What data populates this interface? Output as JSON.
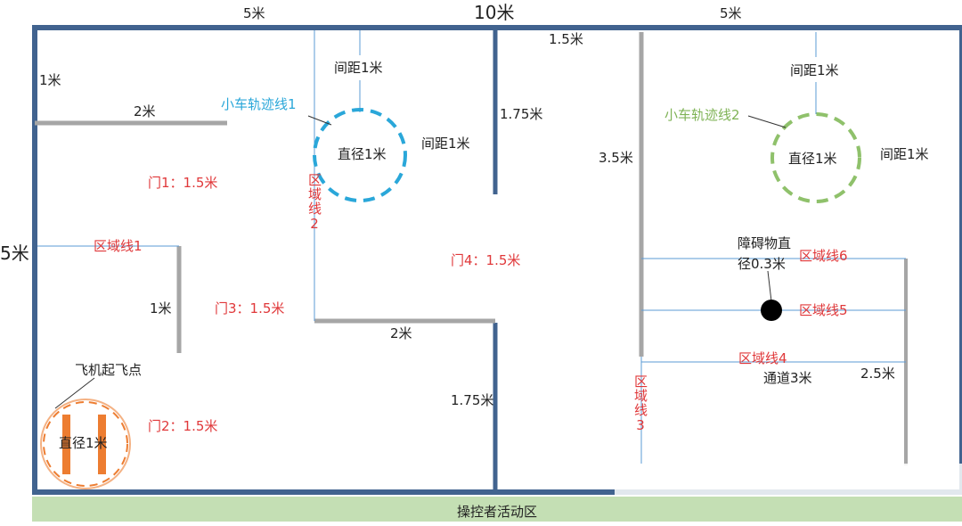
{
  "dims": {
    "top_left": "5米",
    "top_total": "10米",
    "top_right": "5米",
    "left_total": "5米",
    "left_1m": "1米",
    "wall_2m_top": "2米",
    "spacing_left": "间距1米",
    "spacing_left_right": "间距1米",
    "dia_left": "直径1米",
    "gap_1_5m": "1.5米",
    "wall_1_75_top": "1.75米",
    "wall_3_5": "3.5米",
    "spacing_right": "间距1米",
    "spacing_right_right": "间距1米",
    "dia_right": "直径1米",
    "wall_1m_left": "1米",
    "wall_2m_mid": "2米",
    "wall_1_75_bottom": "1.75米",
    "channel_2_5": "2.5米",
    "channel_3m": "通道3米",
    "dia_takeoff": "直径1米"
  },
  "labels": {
    "track1": "小车轨迹线1",
    "track2": "小车轨迹线2",
    "door1": "门1：1.5米",
    "door2": "门2：1.5米",
    "door3": "门3：1.5米",
    "door4": "门4：1.5米",
    "zone1": "区域线1",
    "zone2": "区域线2",
    "zone3": "区域线3",
    "zone4": "区域线4",
    "zone5": "区域线5",
    "zone6": "区域线6",
    "obstacle_l1": "障碍物直",
    "obstacle_l2": "径0.3米",
    "takeoff": "飞机起飞点",
    "operator_area": "操控者活动区"
  },
  "colors": {
    "outer_wall": "#41638f",
    "inner_wall": "#a6a6a6",
    "zone_line": "#5b9bd5",
    "track1": "#2aa7d9",
    "track2": "#8fc16b",
    "takeoff": "#ed7d31",
    "zone_label": "#e0383a",
    "operator_area": "#c4dfb4"
  }
}
